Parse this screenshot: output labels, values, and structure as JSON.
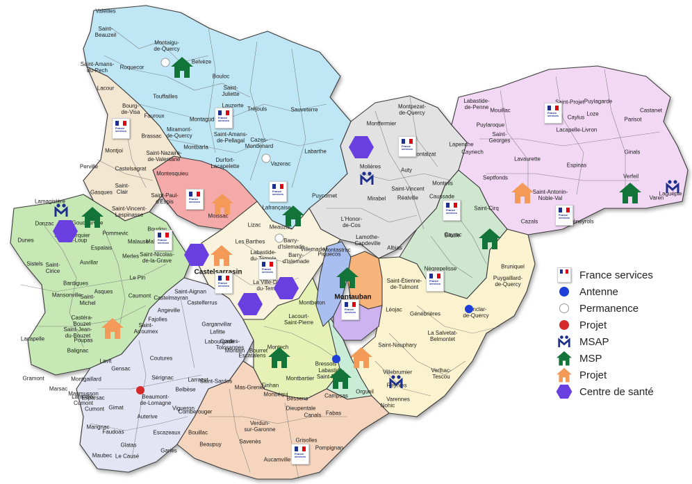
{
  "colors": {
    "france_services": "#1e2f8c",
    "antenne": "#1e3fd8",
    "permanence": "#ffffff",
    "projet_dot": "#d42a2a",
    "msap": "#1e2f8c",
    "msp": "#13743a",
    "projet_house": "#f39a58",
    "centre_sante": "#6a3fe0"
  },
  "places": [
    {
      "label": "Valeilles"
    },
    {
      "label": "Saint-\nBeauzeil"
    },
    {
      "label": "Saint-Amans-\ndu-Pech"
    },
    {
      "label": "Roquecor"
    },
    {
      "label": "Montaigu-\nde-Quercy"
    },
    {
      "label": "Belvèze"
    },
    {
      "label": "Bouloc"
    },
    {
      "label": "Saint-\nJuliette"
    },
    {
      "label": "Lacour"
    },
    {
      "label": "Touffailles"
    },
    {
      "label": "Lauzerte"
    },
    {
      "label": "Tréjouls"
    },
    {
      "label": "Sauveterre"
    },
    {
      "label": "Bourg-\nde-Visa"
    },
    {
      "label": "Fauroux"
    },
    {
      "label": "Montagudet"
    },
    {
      "label": "Miramont-\nde-Quercy"
    },
    {
      "label": "Saint-Amans-\nde-Pellagal"
    },
    {
      "label": "Cazes-\nMondenard"
    },
    {
      "label": "Brassac"
    },
    {
      "label": "Montbarla"
    },
    {
      "label": "Labarthe"
    },
    {
      "label": "Montjoi"
    },
    {
      "label": "Saint-Nazaire-\nde-Valentane"
    },
    {
      "label": "Durfort-\nLacapelette"
    },
    {
      "label": "Vazerac"
    },
    {
      "label": "Perville"
    },
    {
      "label": "Castelsagrat"
    },
    {
      "label": "Montesquieu"
    },
    {
      "label": "Saint-\nClair"
    },
    {
      "label": "Gasques"
    },
    {
      "label": "Saint-Paul-\nd'Espis"
    },
    {
      "label": "Lafrançaise"
    },
    {
      "label": "Puycornet"
    },
    {
      "label": "Lamagistère"
    },
    {
      "label": "Saint-Vincent-\nLespinasse"
    },
    {
      "label": "Donzac"
    },
    {
      "label": "Moissac"
    },
    {
      "label": "Goudourville"
    },
    {
      "label": "Boudou"
    },
    {
      "label": "Lizac"
    },
    {
      "label": "Meauzac"
    },
    {
      "label": "Dunes"
    },
    {
      "label": "Pommevic"
    },
    {
      "label": "Espalais"
    },
    {
      "label": "Saint-Nicolas-\nde-la-Grave"
    },
    {
      "label": "Malause"
    },
    {
      "label": "Les Barthes"
    },
    {
      "label": "Labastide-\ndu-Temple"
    },
    {
      "label": "Barry-\nd'Islemade"
    },
    {
      "label": "Sistels"
    },
    {
      "label": "Saint-\nCirice"
    },
    {
      "label": "Merles"
    },
    {
      "label": "Auvillar"
    },
    {
      "label": "Castelsarrasin",
      "big": true
    },
    {
      "label": "Villemade"
    },
    {
      "label": "Bardigues"
    },
    {
      "label": "Le Pin"
    },
    {
      "label": "Saint-\nMichel"
    },
    {
      "label": "Mansonville"
    },
    {
      "label": "Castéra-\nBouzet"
    },
    {
      "label": "Saint-Jean-\ndu-Bouzet"
    },
    {
      "label": "Asques"
    },
    {
      "label": "Caumont"
    },
    {
      "label": "Castelmayran"
    },
    {
      "label": "La Ville-Dieu-\ndu-Temple"
    },
    {
      "label": "Lacapelle"
    },
    {
      "label": "Saint-Aignan"
    },
    {
      "label": "Angeville"
    },
    {
      "label": "Castelferrus"
    },
    {
      "label": "Saint-\nArroumex"
    },
    {
      "label": "Fajolles"
    },
    {
      "label": "Garganvillar"
    },
    {
      "label": "Lafitte"
    },
    {
      "label": "Cordes-\nTolosannes"
    },
    {
      "label": "Escatalens"
    },
    {
      "label": "Montbeton"
    },
    {
      "label": "Lacourt-\nSaint-Pierre"
    },
    {
      "label": "Montauban",
      "big": true
    },
    {
      "label": "Poupas"
    },
    {
      "label": "Balignac"
    },
    {
      "label": "Gramont"
    },
    {
      "label": "Marsac"
    },
    {
      "label": "Montgaillard"
    },
    {
      "label": "Gensac"
    },
    {
      "label": "Coutures"
    },
    {
      "label": "Lavit"
    },
    {
      "label": "Labourgade"
    },
    {
      "label": "Montain"
    },
    {
      "label": "Bourret"
    },
    {
      "label": "Sérignac"
    },
    {
      "label": "Larrazet"
    },
    {
      "label": "Montech"
    },
    {
      "label": "Finhan"
    },
    {
      "label": "Montbartier"
    },
    {
      "label": "Bressols"
    },
    {
      "label": "Maumusson"
    },
    {
      "label": "Esparsac"
    },
    {
      "label": "Gariès"
    },
    {
      "label": "Lamothe-\nCumont"
    },
    {
      "label": "Cumont"
    },
    {
      "label": "Gimat"
    },
    {
      "label": "Marignac"
    },
    {
      "label": "Beaumont-\nde-Lomagne"
    },
    {
      "label": "Auterive"
    },
    {
      "label": "Faudoas"
    },
    {
      "label": "Escazeaux"
    },
    {
      "label": "Glatas"
    },
    {
      "label": "Le Causé"
    },
    {
      "label": "Maubec"
    },
    {
      "label": "Belbèse"
    },
    {
      "label": "Vigueron"
    },
    {
      "label": "Comberouger"
    },
    {
      "label": "Saint-Sardos"
    },
    {
      "label": "Mas-Grenier"
    },
    {
      "label": "Monbéqui"
    },
    {
      "label": "Bessens"
    },
    {
      "label": "Dieupentale"
    },
    {
      "label": "Canals"
    },
    {
      "label": "Fabas"
    },
    {
      "label": "Campsas"
    },
    {
      "label": "Orgueil"
    },
    {
      "label": "Labastide-\nSaint-Pierre"
    },
    {
      "label": "Bouillac"
    },
    {
      "label": "Verdun-\nsur-Garonne"
    },
    {
      "label": "Beaupuy"
    },
    {
      "label": "Savenès"
    },
    {
      "label": "Grisolles"
    },
    {
      "label": "Pompignan"
    },
    {
      "label": "Aucamville"
    },
    {
      "label": "Montpezat-\nde-Quercy"
    },
    {
      "label": "Montfermier"
    },
    {
      "label": "Montalzat"
    },
    {
      "label": "Molières"
    },
    {
      "label": "Auty"
    },
    {
      "label": "Saint-Vincent"
    },
    {
      "label": "Mirabel"
    },
    {
      "label": "L'Honor-\nde-Cos"
    },
    {
      "label": "Réalville"
    },
    {
      "label": "Lamothe-\nCapdeville"
    },
    {
      "label": "Albias"
    },
    {
      "label": "Piquecos"
    },
    {
      "label": "Montastruc"
    },
    {
      "label": "Saint-Étienne-\nde-Tulmont"
    },
    {
      "label": "Nègrepelisse"
    },
    {
      "label": "Léojac"
    },
    {
      "label": "Génébrières"
    },
    {
      "label": "Monclar-\nde-Quercy"
    },
    {
      "label": "La Salvetat-\nBelmontet"
    },
    {
      "label": "Saint-Nauphary"
    },
    {
      "label": "Verlhac-\nTescou"
    },
    {
      "label": "Villebrumier"
    },
    {
      "label": "Reynies"
    },
    {
      "label": "Varennes"
    },
    {
      "label": "Nohic"
    },
    {
      "label": "Bioule"
    },
    {
      "label": "Bruniquel"
    },
    {
      "label": "Puygaillard-\nde-Quercy"
    },
    {
      "label": "Caussade"
    },
    {
      "label": "Monteils"
    },
    {
      "label": "Saint-Cirq"
    },
    {
      "label": "Cayrac"
    },
    {
      "label": "Saint-Projet"
    },
    {
      "label": "Puylagarde"
    },
    {
      "label": "Loze"
    },
    {
      "label": "Lacapelle-Livron"
    },
    {
      "label": "Castanet"
    },
    {
      "label": "Labastide-\nde-Penne"
    },
    {
      "label": "Mouillac"
    },
    {
      "label": "Caylus"
    },
    {
      "label": "Parisot"
    },
    {
      "label": "Puylaroque"
    },
    {
      "label": "Saint-\nGeorges"
    },
    {
      "label": "Lapenche"
    },
    {
      "label": "Cayriech"
    },
    {
      "label": "Lavaurette"
    },
    {
      "label": "Ginals"
    },
    {
      "label": "Espinas"
    },
    {
      "label": "Septfonds"
    },
    {
      "label": "Saint-Antonin-\nNoble-Val"
    },
    {
      "label": "Verfeil"
    },
    {
      "label": "Féneyrols"
    },
    {
      "label": "Cazals"
    },
    {
      "label": "Laguépie"
    },
    {
      "label": "Varen"
    },
    {
      "label": "Saint-Porquier"
    },
    {
      "label": "Saint-Loup"
    },
    {
      "label": "Malause"
    },
    {
      "label": "Barry-\nd'Islemade"
    }
  ],
  "legend": [
    {
      "icon": "france-services-icon",
      "label": "France services"
    },
    {
      "icon": "antenne-dot-icon",
      "label": "Antenne"
    },
    {
      "icon": "permanence-dot-icon",
      "label": "Permanence"
    },
    {
      "icon": "projet-dot-icon",
      "label": "Projet"
    },
    {
      "icon": "msap-icon",
      "label": "MSAP"
    },
    {
      "icon": "msp-house-icon",
      "label": "MSP"
    },
    {
      "icon": "projet-house-icon",
      "label": "Projet"
    },
    {
      "icon": "centre-sante-hexagon-icon",
      "label": "Centre de santé"
    }
  ],
  "france_services_card_text": "France\nservices"
}
